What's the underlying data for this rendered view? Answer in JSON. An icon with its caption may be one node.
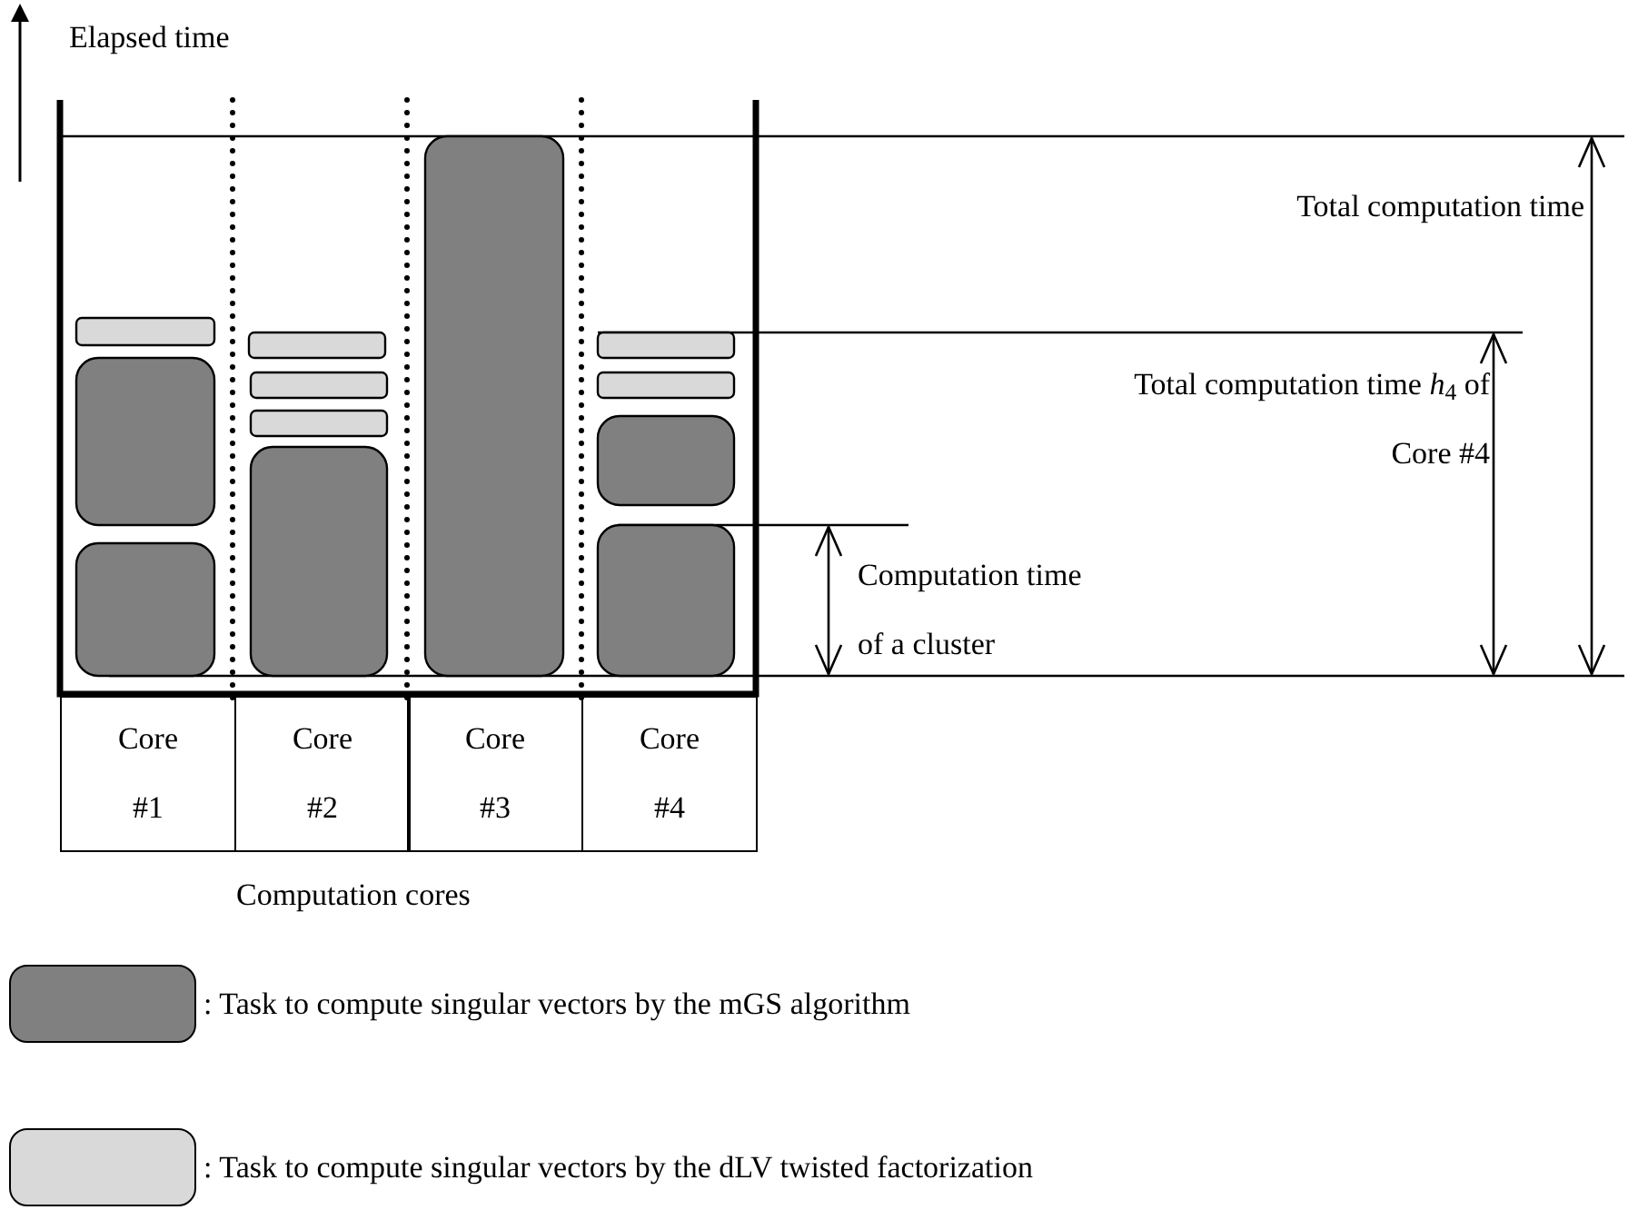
{
  "diagram": {
    "nodes": [
      {
        "text": [
          "Core #1"
        ]
      },
      {
        "text": [
          "Core #2"
        ]
      },
      {
        "text": [
          "Core #3"
        ]
      },
      {
        "text": [
          "Core #4"
        ]
      }
    ],
    "labels": [
      "Elapsed time",
      "Total computation time",
      "Total computation time *h*$_{4}$ of Core #4",
      "Computation time of a cluster",
      "Computation cores"
    ],
    "legend": [
      {
        "text": ": Task to compute singular vectors by the mGS algorithm",
        "color": "#808080"
      },
      {
        "text": ": Task to compute singular vectors by the dLV twisted factorization",
        "color": "#d9d9d9"
      }
    ]
  }
}
